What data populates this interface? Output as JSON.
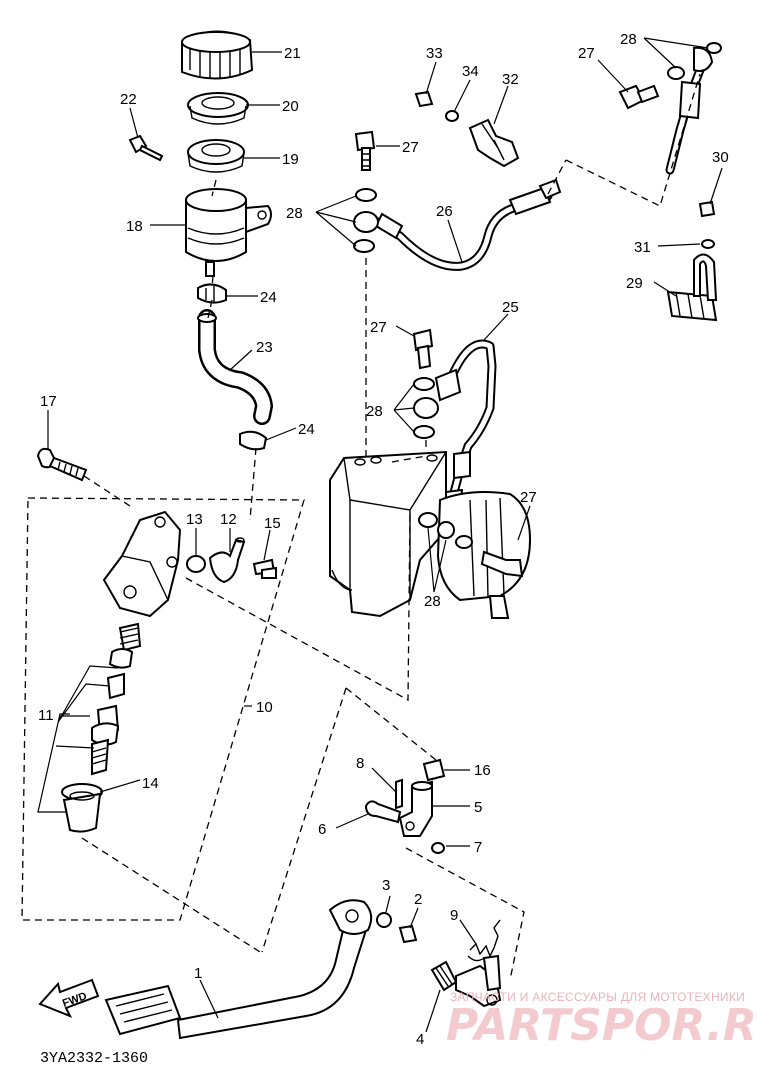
{
  "diagram": {
    "code": "3YA2332-1360",
    "fwd": "FWD",
    "watermark": {
      "caption": "ЗАПЧАСТИ И АКСЕССУАРЫ ДЛЯ МОТОТЕХНИКИ",
      "brand": "PARTSPOR.RU"
    },
    "callouts": [
      "21",
      "20",
      "19",
      "18",
      "22",
      "24",
      "23",
      "24",
      "17",
      "13",
      "12",
      "15",
      "11",
      "10",
      "14",
      "27",
      "28",
      "33",
      "34",
      "32",
      "26",
      "27",
      "28",
      "30",
      "31",
      "29",
      "25",
      "27",
      "28",
      "27",
      "28",
      "8",
      "16",
      "5",
      "6",
      "7",
      "3",
      "2",
      "9",
      "1",
      "4"
    ]
  }
}
